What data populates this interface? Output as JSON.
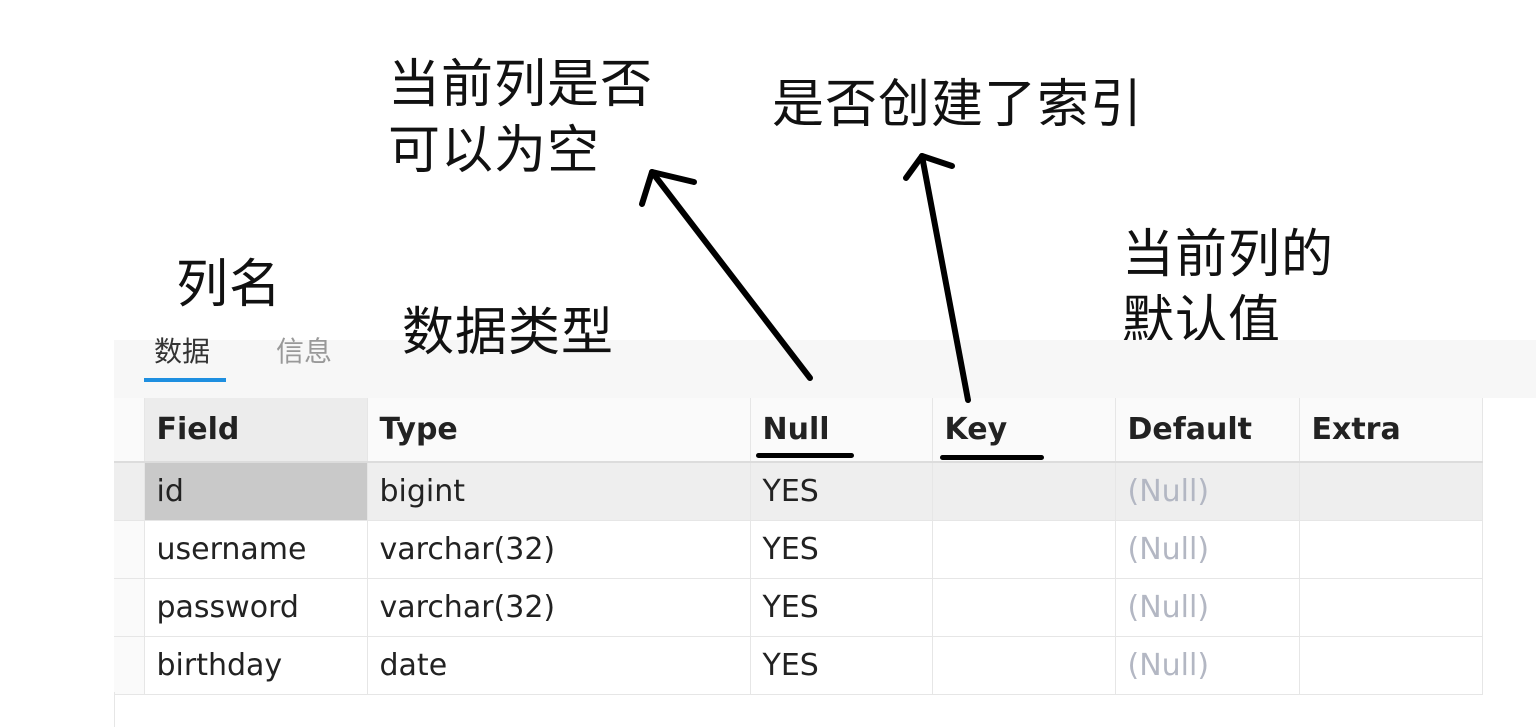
{
  "annotations": {
    "nullable_line1": "当前列是否",
    "nullable_line2": "可以为空",
    "indexed": "是否创建了索引",
    "column_name": "列名",
    "data_type": "数据类型",
    "default_line1": "当前列的",
    "default_line2": "默认值"
  },
  "tabs": {
    "data": "数据",
    "info": "信息",
    "active": "数据"
  },
  "table": {
    "headers": {
      "field": "Field",
      "type": "Type",
      "null": "Null",
      "key": "Key",
      "default": "Default",
      "extra": "Extra"
    },
    "rows": [
      {
        "field": "id",
        "type": "bigint",
        "null": "YES",
        "key": "",
        "default": "(Null)",
        "extra": "",
        "selected": true
      },
      {
        "field": "username",
        "type": "varchar(32)",
        "null": "YES",
        "key": "",
        "default": "(Null)",
        "extra": ""
      },
      {
        "field": "password",
        "type": "varchar(32)",
        "null": "YES",
        "key": "",
        "default": "(Null)",
        "extra": ""
      },
      {
        "field": "birthday",
        "type": "date",
        "null": "YES",
        "key": "",
        "default": "(Null)",
        "extra": ""
      }
    ]
  },
  "colors": {
    "accent": "#1e8fe0",
    "null_text": "#b3b7c3",
    "annotation": "#000000"
  }
}
